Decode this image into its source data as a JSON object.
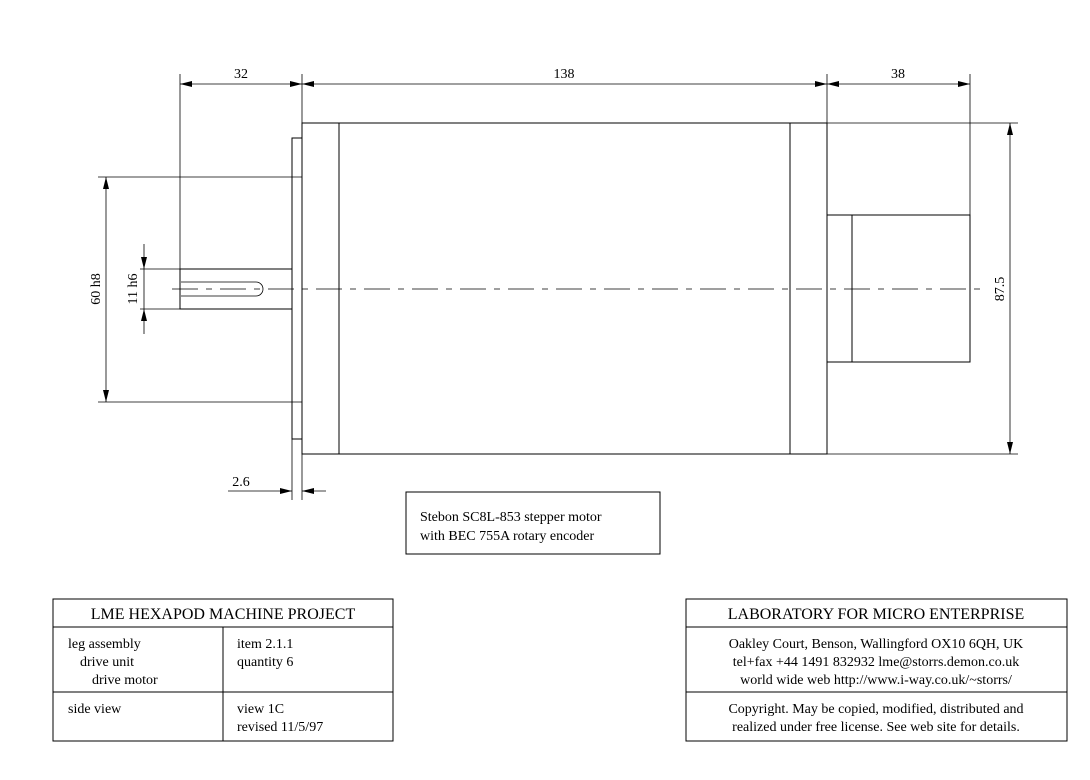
{
  "dimensions": {
    "shaft_length": "32",
    "body_length": "138",
    "encoder_length": "38",
    "total_diameter": "87.5",
    "flange_diameter": "60 h8",
    "shaft_diameter": "11 h6",
    "flange_thickness": "2.6"
  },
  "caption": {
    "line1": "Stebon SC8L-853 stepper motor",
    "line2": "with  BEC 755A rotary encoder"
  },
  "project_block": {
    "title": "LME HEXAPOD MACHINE  PROJECT",
    "left_row1_line1": "leg assembly",
    "left_row1_line2": "drive unit",
    "left_row1_line3": "drive motor",
    "right_row1_line1": "item 2.1.1",
    "right_row1_line2": "quantity 6",
    "left_row2_line1": "side view",
    "right_row2_line1": "view 1C",
    "right_row2_line2": "revised 11/5/97"
  },
  "lab_block": {
    "title": "LABORATORY FOR MICRO ENTERPRISE",
    "address_line1": "Oakley Court, Benson, Wallingford OX10 6QH, UK",
    "address_line2": "tel+fax +44 1491 832932  lme@storrs.demon.co.uk",
    "address_line3": "world wide web  http://www.i-way.co.uk/~storrs/",
    "license_line1": "Copyright. May be copied, modified, distributed and",
    "license_line2": "realized under free license. See web site for details."
  }
}
